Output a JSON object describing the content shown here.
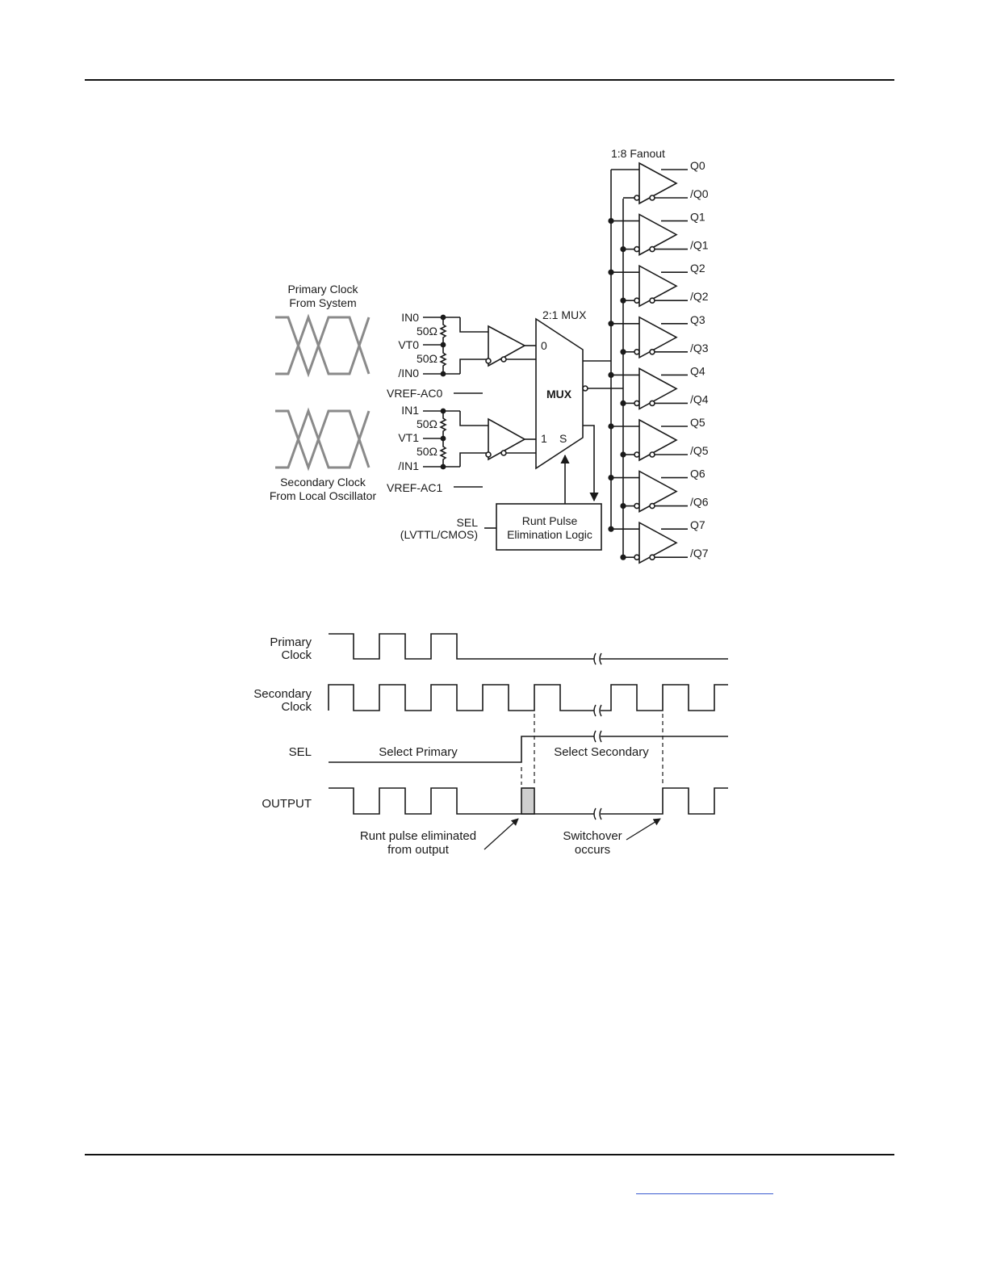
{
  "block_diagram": {
    "fanout_label": "1:8 Fanout",
    "mux_label": "2:1 MUX",
    "mux_text": "MUX",
    "mux_in0": "0",
    "mux_in1": "1",
    "mux_sel": "S",
    "primary_clock": [
      "Primary Clock",
      "From System"
    ],
    "secondary_clock": [
      "Secondary Clock",
      "From Local Oscillator"
    ],
    "in0_pins": [
      "IN0",
      "50Ω",
      "VT0",
      "50Ω",
      "/IN0"
    ],
    "vref0": "VREF-AC0",
    "in1_pins": [
      "IN1",
      "50Ω",
      "VT1",
      "50Ω",
      "/IN1"
    ],
    "vref1": "VREF-AC1",
    "sel_label": [
      "SEL",
      "(LVTTL/CMOS)"
    ],
    "runt_box": [
      "Runt Pulse",
      "Elimination Logic"
    ],
    "outputs": [
      {
        "q": "Q0",
        "qn": "/Q0"
      },
      {
        "q": "Q1",
        "qn": "/Q1"
      },
      {
        "q": "Q2",
        "qn": "/Q2"
      },
      {
        "q": "Q3",
        "qn": "/Q3"
      },
      {
        "q": "Q4",
        "qn": "/Q4"
      },
      {
        "q": "Q5",
        "qn": "/Q5"
      },
      {
        "q": "Q6",
        "qn": "/Q6"
      },
      {
        "q": "Q7",
        "qn": "/Q7"
      }
    ]
  },
  "timing_diagram": {
    "primary_clock": [
      "Primary",
      "Clock"
    ],
    "secondary_clock": [
      "Secondary",
      "Clock"
    ],
    "sel": "SEL",
    "output": "OUTPUT",
    "select_primary": "Select Primary",
    "select_secondary": "Select Secondary",
    "runt_note": [
      "Runt pulse eliminated",
      "from output"
    ],
    "switchover_note": [
      "Switchover",
      "occurs"
    ]
  },
  "colors": {
    "line": "#1a1a1a",
    "diff_clock": "#8a8a8a",
    "runt_fill": "#cfcfcf",
    "link": "#3a5bd0"
  }
}
